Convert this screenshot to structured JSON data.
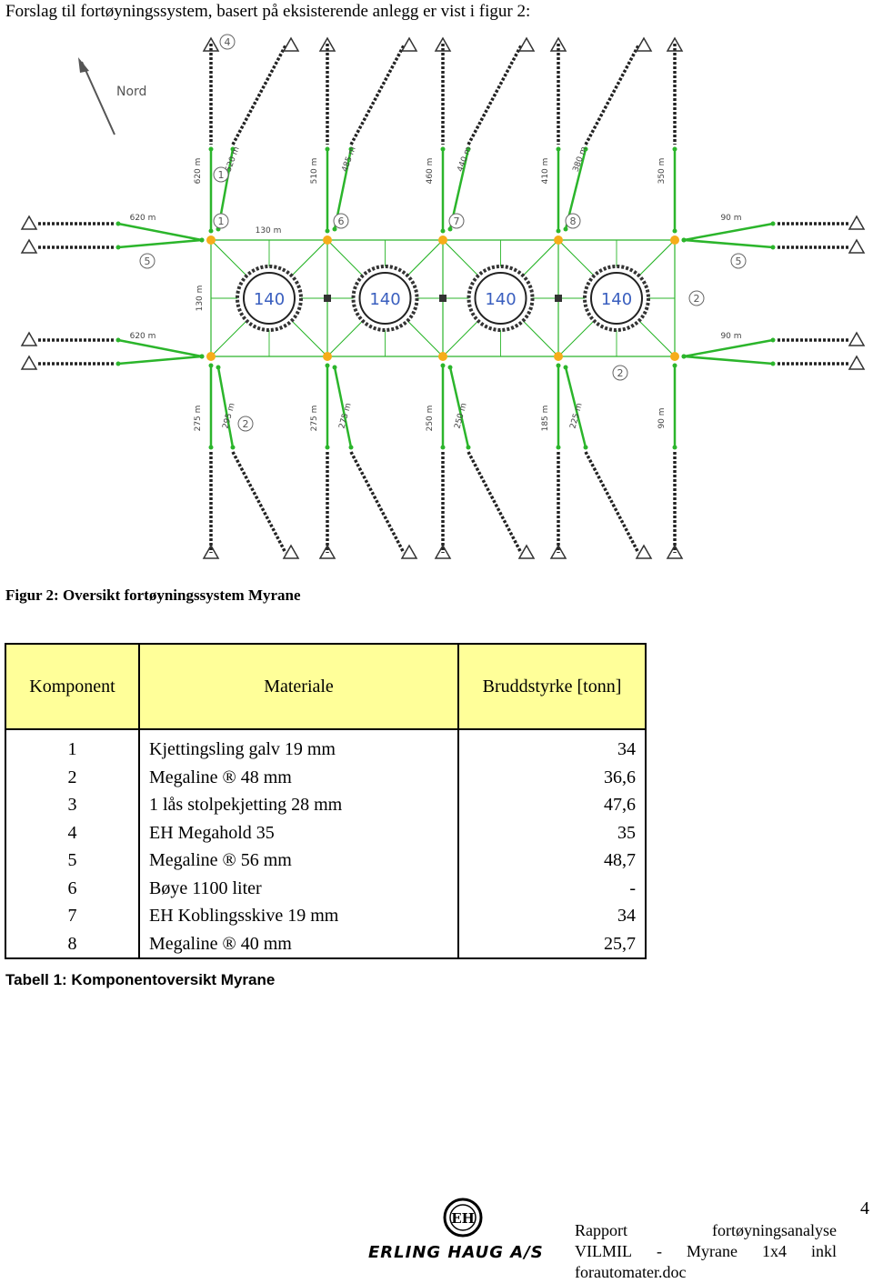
{
  "intro": "Forslag til fortøyningssystem, basert på eksisterende anlegg er vist i figur 2:",
  "diagram": {
    "north_label": "Nord",
    "cage_labels": [
      "140",
      "140",
      "140",
      "140"
    ],
    "top_dims": [
      "620 m",
      "510 m",
      "460 m",
      "410 m",
      "350 m"
    ],
    "top_diag_dims": [
      "520 m",
      "485 m",
      "440 m",
      "380 m"
    ],
    "side_dims": [
      "620 m",
      "620 m",
      "90 m",
      "90 m"
    ],
    "grid_dims": [
      "130 m",
      "130 m"
    ],
    "bottom_dims": [
      "275 m",
      "275 m",
      "250 m",
      "185 m",
      "90 m"
    ],
    "bottom_diag_dims": [
      "295 m",
      "275 m",
      "250 m",
      "225 m"
    ],
    "markers": [
      "4",
      "1",
      "1",
      "6",
      "7",
      "8",
      "5",
      "5",
      "2",
      "2",
      "2"
    ]
  },
  "figure_caption": "Figur 2: Oversikt fortøyningssystem Myrane",
  "table": {
    "headers": [
      "Komponent",
      "Materiale",
      "Bruddstyrke [tonn]"
    ],
    "rows": [
      [
        "1",
        "Kjettingsling galv 19 mm",
        "34"
      ],
      [
        "2",
        "Megaline ® 48 mm",
        "36,6"
      ],
      [
        "3",
        "1 lås stolpekjetting 28 mm",
        "47,6"
      ],
      [
        "4",
        "EH Megahold 35",
        "35"
      ],
      [
        "5",
        "Megaline ® 56 mm",
        "48,7"
      ],
      [
        "6",
        "Bøye 1100 liter",
        "-"
      ],
      [
        "7",
        "EH Koblingsskive 19 mm",
        "34"
      ],
      [
        "8",
        "Megaline ® 40 mm",
        "25,7"
      ]
    ]
  },
  "table_caption": "Tabell 1: Komponentoversikt Myrane",
  "footer": {
    "logo_text": "ERLING HAUG A/S",
    "logo_monogram": "EH",
    "page_number": "4",
    "line1_left": "Rapport",
    "line1_right": "fortøyningsanalyse",
    "line2": [
      "VILMIL",
      "-",
      "Myrane",
      "1x4",
      "inkl"
    ],
    "line3": "forautomater.doc"
  },
  "colors": {
    "green": "#2bb52b",
    "orange": "#f6ad1a",
    "highlight": "#ffff99",
    "gray": "#555555"
  }
}
